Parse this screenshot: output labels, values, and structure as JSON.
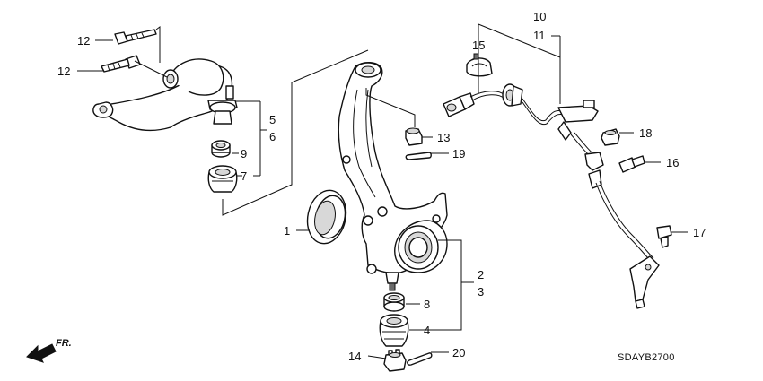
{
  "diagram_code": "SDAYB2700",
  "direction_label": "FR.",
  "callouts": {
    "c1": "1",
    "c2": "2",
    "c3": "3",
    "c4": "4",
    "c5": "5",
    "c6": "6",
    "c7": "7",
    "c8": "8",
    "c9": "9",
    "c10": "10",
    "c11": "11",
    "c12a": "12",
    "c12b": "12",
    "c13": "13",
    "c14": "14",
    "c15": "15",
    "c16": "16",
    "c17": "17",
    "c18": "18",
    "c19": "19",
    "c20": "20"
  }
}
